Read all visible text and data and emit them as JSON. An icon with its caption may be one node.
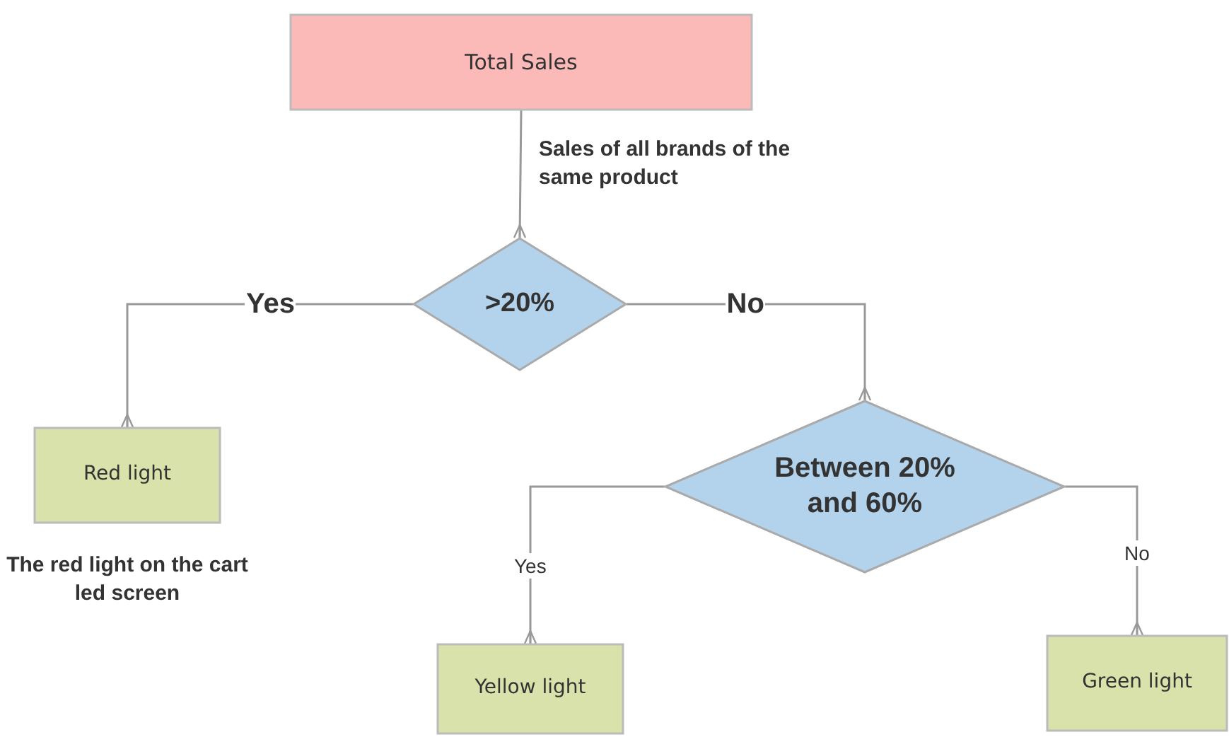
{
  "diagram": {
    "nodes": [
      {
        "text": [
          "Total Sales"
        ]
      },
      {
        "text": [
          ">20%"
        ]
      },
      {
        "text": [
          "Red light"
        ],
        "beside": [
          "The red light on the cart led screen"
        ]
      },
      {
        "text": [
          "Between 20% and 60%"
        ]
      },
      {
        "text": [
          "Yellow light"
        ]
      },
      {
        "text": [
          "Green light"
        ]
      }
    ],
    "edges": [
      {
        "from": 0,
        "to": 1,
        "arrow": "other",
        "label": "Sales of all brands of the same product"
      },
      {
        "from": 1,
        "to": 2,
        "arrow": "other",
        "label": "Yes"
      },
      {
        "from": 1,
        "to": 3,
        "arrow": "other",
        "label": "No"
      },
      {
        "from": 3,
        "to": 4,
        "arrow": "other",
        "label": "Yes"
      },
      {
        "from": 3,
        "to": 5,
        "arrow": "other",
        "label": "No"
      }
    ]
  }
}
